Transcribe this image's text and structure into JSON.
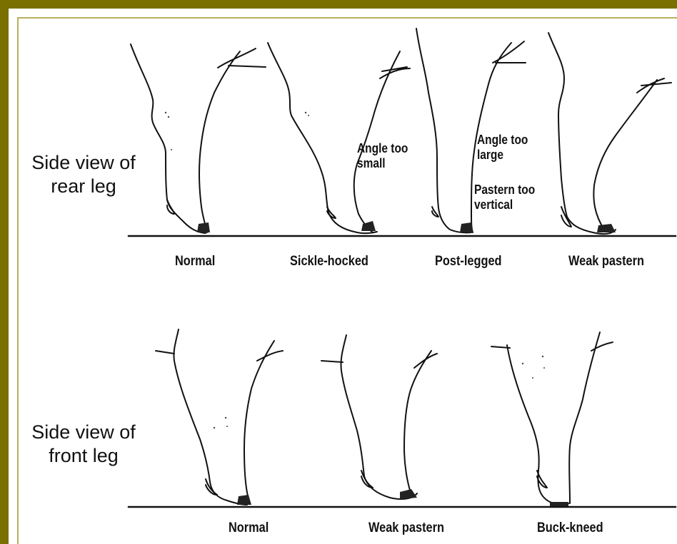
{
  "rows": {
    "rear": {
      "label_line1": "Side view of",
      "label_line2": "rear leg",
      "captions": [
        "Normal",
        "Sickle-hocked",
        "Post-legged",
        "Weak pastern"
      ]
    },
    "front": {
      "label_line1": "Side view of",
      "label_line2": "front leg",
      "captions": [
        "Normal",
        "Weak pastern",
        "Buck-kneed"
      ]
    }
  },
  "notes": {
    "sickle": {
      "line1": "Angle too",
      "line2": "small"
    },
    "post_angle": {
      "line1": "Angle too",
      "line2": "large"
    },
    "post_pastern": {
      "line1": "Pastern too",
      "line2": "vertical"
    }
  },
  "colors": {
    "frame": "#7a7000",
    "ink": "#111111"
  }
}
